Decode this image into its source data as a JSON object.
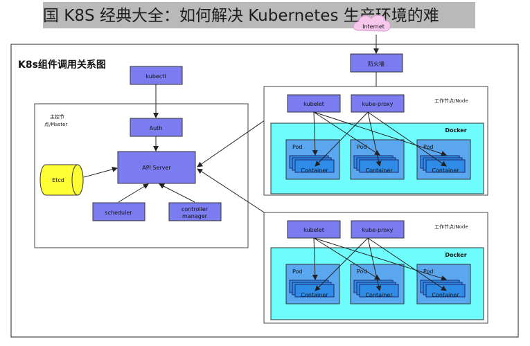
{
  "banner": {
    "text": "国 K8S 经典大全：如何解决 Kubernetes 生产环境的难"
  },
  "diagram": {
    "title": "K8s组件调用关系图",
    "internet": "Internet",
    "firewall": "防火墙",
    "master": {
      "label_line1": "主控节",
      "label_line2": "点/Master",
      "kubectl": "kubectl",
      "auth": "Auth",
      "api_server": "API Server",
      "etcd": "Etcd",
      "scheduler": "scheduler",
      "controller_line1": "controller",
      "controller_line2": "manager"
    },
    "nodes": [
      {
        "label": "工作节点/Node",
        "kubelet": "kubelet",
        "kube_proxy": "kube-proxy",
        "docker": "Docker",
        "pods": [
          {
            "label": "Pod",
            "container": "Container"
          },
          {
            "label": "Pod",
            "container": "Container"
          },
          {
            "label": "Pod",
            "container": "Container"
          }
        ]
      },
      {
        "label": "工作节点/Node",
        "kubelet": "kubelet",
        "kube_proxy": "kube-proxy",
        "docker": "Docker",
        "pods": [
          {
            "label": "Pod",
            "container": "Container"
          },
          {
            "label": "Pod",
            "container": "Container"
          },
          {
            "label": "Pod",
            "container": "Container"
          }
        ]
      }
    ]
  },
  "colors": {
    "component_fill": "#7b7cf0",
    "docker_fill": "#6efcfc",
    "pod_fill": "#5aa7f0",
    "etcd_fill": "#ffff33",
    "internet_fill": "#f8c8ec"
  }
}
